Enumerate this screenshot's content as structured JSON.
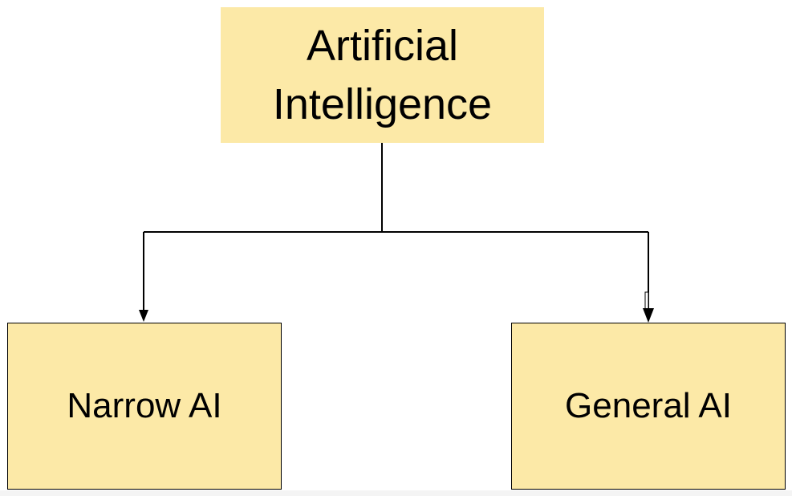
{
  "diagram": {
    "type": "hierarchy-tree",
    "colors": {
      "node_fill": "#fce9a7",
      "line": "#000000",
      "background": "#ffffff"
    },
    "root": {
      "label": "Artificial Intelligence"
    },
    "children": [
      {
        "label": "Narrow AI"
      },
      {
        "label": "General AI"
      }
    ],
    "edges": [
      {
        "from": "Artificial Intelligence",
        "to": "Narrow AI",
        "arrow": "filled"
      },
      {
        "from": "Artificial Intelligence",
        "to": "General AI",
        "arrow": "filled"
      }
    ]
  }
}
